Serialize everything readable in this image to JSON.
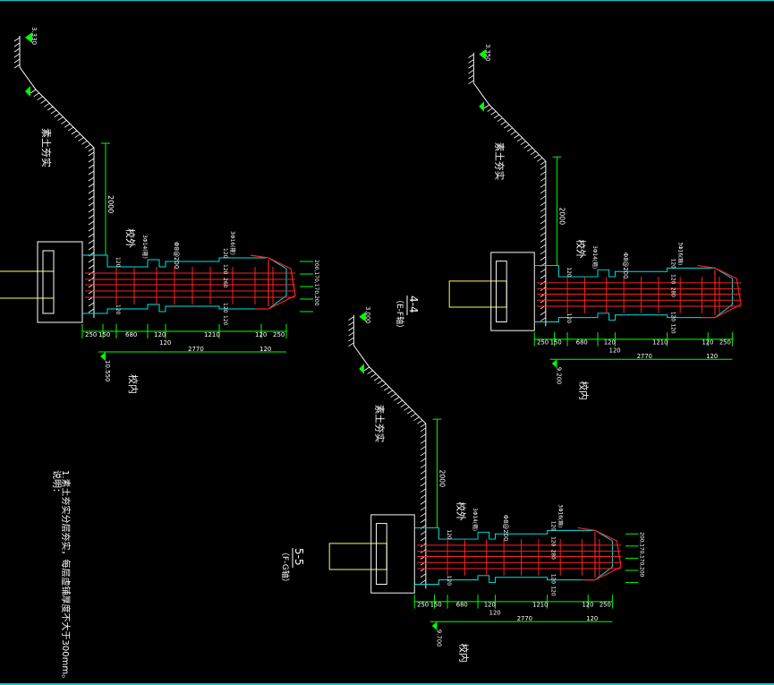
{
  "colors": {
    "background": "#000000",
    "wall": "#ffffff",
    "outline": "#00e5e5",
    "rebar": "#ff2020",
    "dimension": "#00ff00",
    "pipe": "#ffff66",
    "label": "#ffffff"
  },
  "sections": [
    {
      "elevation_top": "3.330",
      "elevation_bottom": "10.550",
      "depth": "2000",
      "soil_label": "素土夯实",
      "outside_label": "校外",
      "inside_label": "校内",
      "stirrup": "Φ8@200",
      "top_bars": "3Φ14(箍)",
      "end_bars": "3Φ16(箍)",
      "dims_main": [
        "250",
        "150",
        "680",
        "120",
        "1210",
        "120",
        "250"
      ],
      "dim_total": "2770",
      "dim_sub": "120",
      "dims_head": [
        "200",
        "170",
        "170",
        "200"
      ],
      "dims_stem": [
        "120",
        "120",
        "260",
        "120",
        "120"
      ],
      "leg_dims": [
        "120",
        "120"
      ],
      "section_id": "",
      "section_ref": ""
    },
    {
      "elevation_top": "3.350",
      "elevation_bottom": "9.200",
      "depth": "2000",
      "soil_label": "素土夯实",
      "outside_label": "校外",
      "inside_label": "校内",
      "stirrup": "Φ8@200",
      "top_bars": "3Φ14(箍)",
      "end_bars": "3Φ16(箍)",
      "dims_main": [
        "250",
        "150",
        "680",
        "120",
        "1210",
        "120",
        "250"
      ],
      "dim_total": "2770",
      "dim_sub": "120",
      "dims_head": [],
      "dims_stem": [
        "120",
        "120",
        "280",
        "120",
        "120"
      ],
      "leg_dims": [
        "120",
        "120"
      ],
      "section_id": "4-4",
      "section_ref": "（E-F轴）"
    },
    {
      "elevation_top": "3.000",
      "elevation_bottom": "9.700",
      "depth": "2000",
      "soil_label": "素土夯实",
      "outside_label": "校外",
      "inside_label": "校内",
      "stirrup": "Φ8@200",
      "top_bars": "3Φ14(箍)",
      "end_bars": "3Φ16(箍)",
      "dims_main": [
        "250",
        "150",
        "680",
        "120",
        "1210",
        "120",
        "250"
      ],
      "dim_total": "2770",
      "dim_sub": "120",
      "dims_head": [
        "200",
        "170",
        "170",
        "200"
      ],
      "dims_stem": [
        "120",
        "120",
        "280",
        "120",
        "120"
      ],
      "leg_dims": [
        "120",
        "120"
      ],
      "section_id": "5-5",
      "section_ref": "（F-G轴）"
    }
  ],
  "notes": {
    "title": "说明：",
    "line1": "1.素土夯实分层夯实，每层虚铺厚度不大于300mm。"
  }
}
